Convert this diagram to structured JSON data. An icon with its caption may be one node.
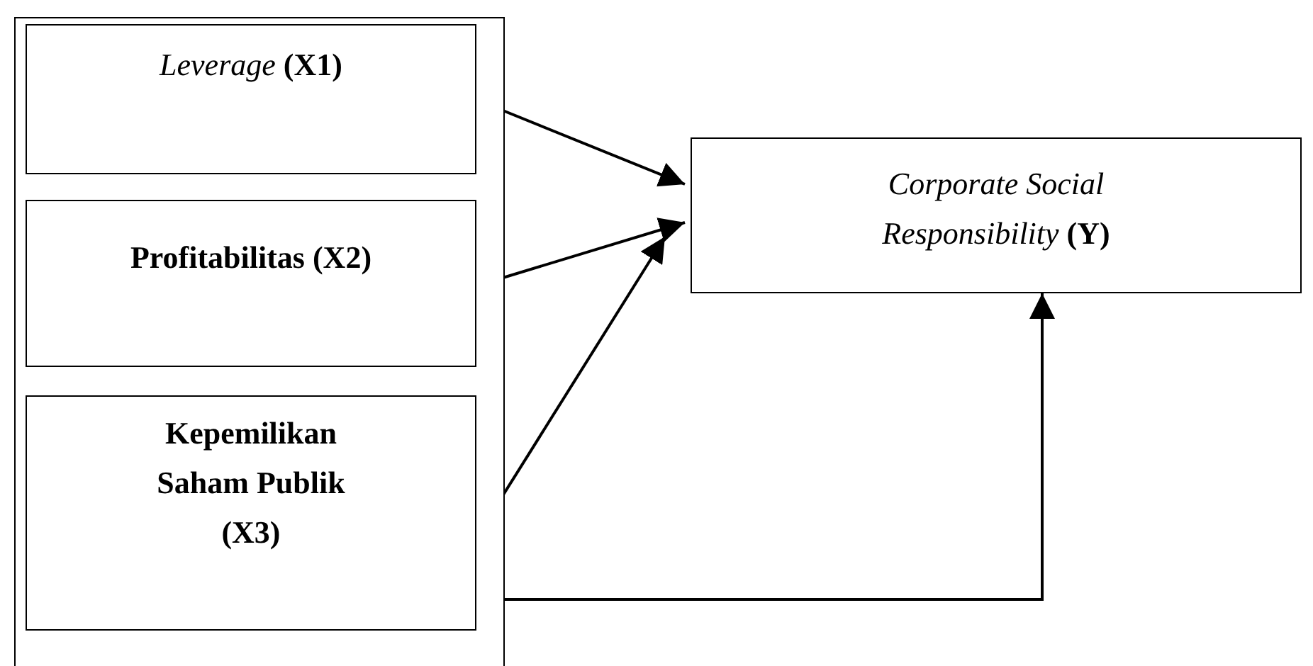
{
  "diagram": {
    "nodes": [
      {
        "text": [],
        "shape": "box"
      },
      {
        "text": [
          "*Leverage* **(X1)**"
        ],
        "in": 0
      },
      {
        "text": [
          "Profitabilitas (X2)"
        ],
        "in": 0
      },
      {
        "text": [
          "Kepemilikan Saham Publik (X3)"
        ],
        "in": 0
      },
      {
        "text": [
          "*Corporate Social Responsibility* **(Y)**"
        ]
      }
    ],
    "edges": [
      {
        "from": 1,
        "to": 4,
        "arrow": "to"
      },
      {
        "from": 2,
        "to": 4,
        "arrow": "to"
      },
      {
        "from": 3,
        "to": 4,
        "arrow": "to"
      },
      {
        "from": 0,
        "to": 4,
        "arrow": "to"
      }
    ]
  }
}
